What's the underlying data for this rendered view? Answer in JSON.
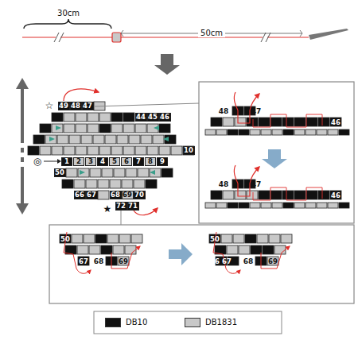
{
  "diagram": {
    "nodes": [
      {
        "text": [
          "49"
        ]
      },
      {
        "text": [
          "48"
        ]
      },
      {
        "text": [
          "47"
        ]
      },
      {
        "text": [
          "44"
        ]
      },
      {
        "text": [
          "45"
        ]
      },
      {
        "text": [
          "46"
        ]
      },
      {
        "text": [
          "10"
        ]
      },
      {
        "text": [
          "1"
        ]
      },
      {
        "text": [
          "2"
        ]
      },
      {
        "text": [
          "3"
        ]
      },
      {
        "text": [
          "4"
        ]
      },
      {
        "text": [
          "5"
        ]
      },
      {
        "text": [
          "6"
        ]
      },
      {
        "text": [
          "7"
        ]
      },
      {
        "text": [
          "8"
        ]
      },
      {
        "text": [
          "9"
        ]
      },
      {
        "text": [
          "50"
        ]
      },
      {
        "text": [
          "66"
        ]
      },
      {
        "text": [
          "67"
        ]
      },
      {
        "text": [
          "68"
        ]
      },
      {
        "text": [
          "69"
        ]
      },
      {
        "text": [
          "70"
        ]
      },
      {
        "text": [
          "72"
        ]
      },
      {
        "text": [
          "71"
        ]
      }
    ],
    "labels": [
      "30cm",
      "50cm",
      "☆",
      "★",
      "◎",
      "48",
      "47",
      "46",
      "48",
      "47",
      "46",
      "50",
      "67",
      "68",
      "69",
      "50",
      "66",
      "67",
      "68",
      "69"
    ],
    "legend": [
      {
        "text": "DB10",
        "color": "#111111"
      },
      {
        "text": "DB1831",
        "color": "#c8c8c8"
      }
    ]
  }
}
